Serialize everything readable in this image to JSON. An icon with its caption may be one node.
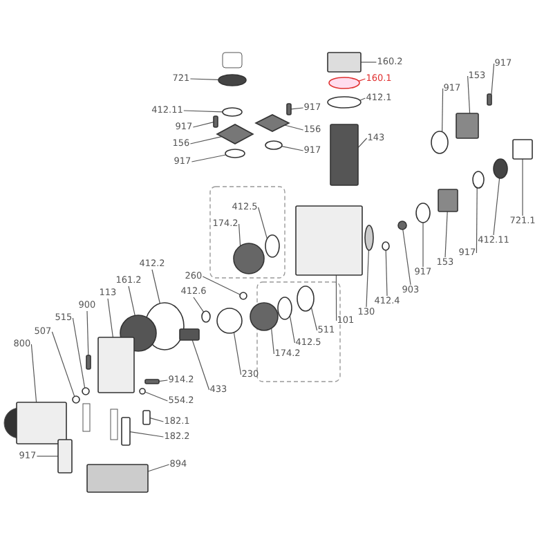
{
  "diagram": {
    "nodes": [
      {
        "text": [
          "721"
        ]
      },
      {
        "text": [
          "412.11"
        ]
      },
      {
        "text": [
          "917"
        ]
      },
      {
        "text": [
          "156"
        ]
      },
      {
        "text": [
          "917"
        ]
      },
      {
        "text": [
          "917"
        ]
      },
      {
        "text": [
          "156"
        ]
      },
      {
        "text": [
          "917"
        ]
      },
      {
        "text": [
          "160.2"
        ]
      },
      {
        "text": [
          "160.1"
        ]
      },
      {
        "text": [
          "412.1"
        ]
      },
      {
        "text": [
          "143"
        ]
      },
      {
        "text": [
          "917"
        ]
      },
      {
        "text": [
          "153"
        ]
      },
      {
        "text": [
          "917"
        ]
      },
      {
        "text": [
          "721.1"
        ]
      },
      {
        "text": [
          "412.11"
        ]
      },
      {
        "text": [
          "917"
        ]
      },
      {
        "text": [
          "153"
        ]
      },
      {
        "text": [
          "917"
        ]
      },
      {
        "text": [
          "903"
        ]
      },
      {
        "text": [
          "412.4"
        ]
      },
      {
        "text": [
          "130"
        ]
      },
      {
        "text": [
          "101"
        ]
      },
      {
        "text": [
          "412.5"
        ]
      },
      {
        "text": [
          "174.2"
        ]
      },
      {
        "text": [
          "412.2"
        ]
      },
      {
        "text": [
          "161.2"
        ]
      },
      {
        "text": [
          "113"
        ]
      },
      {
        "text": [
          "260"
        ]
      },
      {
        "text": [
          "900"
        ]
      },
      {
        "text": [
          "412.6"
        ]
      },
      {
        "text": [
          "515"
        ]
      },
      {
        "text": [
          "507"
        ]
      },
      {
        "text": [
          "800"
        ]
      },
      {
        "text": [
          "511"
        ]
      },
      {
        "text": [
          "412.5"
        ]
      },
      {
        "text": [
          "174.2"
        ]
      },
      {
        "text": [
          "230"
        ]
      },
      {
        "text": [
          "433"
        ]
      },
      {
        "text": [
          "914.2"
        ]
      },
      {
        "text": [
          "554.2"
        ]
      },
      {
        "text": [
          "182.1"
        ]
      },
      {
        "text": [
          "182.2"
        ]
      },
      {
        "text": [
          "917"
        ]
      },
      {
        "text": [
          "894"
        ]
      },
      {
        "text": [],
        "shape": "circle"
      },
      {
        "text": [],
        "shape": "circle"
      },
      {
        "text": [],
        "shape": "box"
      },
      {
        "text": [],
        "shape": "diamond"
      },
      {
        "text": [],
        "shape": "circle"
      },
      {
        "text": [],
        "shape": "box"
      },
      {
        "text": [],
        "shape": "diamond"
      },
      {
        "text": [],
        "shape": "circle"
      },
      {
        "text": [],
        "shape": "box"
      },
      {
        "text": [],
        "shape": "circle"
      },
      {
        "text": [],
        "shape": "circle"
      },
      {
        "text": [],
        "shape": "box"
      },
      {
        "text": [],
        "shape": "circle"
      },
      {
        "text": [],
        "shape": "box"
      },
      {
        "text": [],
        "shape": "box"
      },
      {
        "text": [],
        "shape": "box"
      },
      {
        "text": [],
        "shape": "circle"
      },
      {
        "text": [],
        "shape": "circle"
      },
      {
        "text": [],
        "shape": "box"
      },
      {
        "text": [],
        "shape": "circle"
      },
      {
        "text": [],
        "shape": "circle"
      },
      {
        "text": [],
        "shape": "circle"
      },
      {
        "text": [],
        "shape": "circle"
      },
      {
        "text": [],
        "shape": "box"
      },
      {
        "text": [],
        "shape": "circle"
      },
      {
        "text": [],
        "shape": "circle"
      },
      {
        "text": [],
        "shape": "circle"
      },
      {
        "text": [],
        "shape": "circle"
      },
      {
        "text": [],
        "shape": "box"
      },
      {
        "text": [],
        "shape": "circle"
      },
      {
        "text": [],
        "shape": "box"
      },
      {
        "text": [],
        "shape": "circle"
      },
      {
        "text": [],
        "shape": "circle"
      },
      {
        "text": [],
        "shape": "circle"
      },
      {
        "text": [],
        "shape": "box"
      },
      {
        "text": [],
        "shape": "circle"
      },
      {
        "text": [],
        "shape": "circle"
      },
      {
        "text": [],
        "shape": "circle"
      },
      {
        "text": [],
        "shape": "circle"
      },
      {
        "text": [],
        "shape": "box"
      },
      {
        "text": [],
        "shape": "box"
      },
      {
        "text": [],
        "shape": "circle"
      },
      {
        "text": [],
        "shape": "box"
      },
      {
        "text": [],
        "shape": "box"
      },
      {
        "text": [],
        "shape": "box"
      },
      {
        "text": [],
        "shape": "box"
      }
    ],
    "edges": [
      {
        "from": 0,
        "to": 46,
        "arrow": "none"
      },
      {
        "from": 1,
        "to": 47,
        "arrow": "none"
      },
      {
        "from": 2,
        "to": 48,
        "arrow": "none"
      },
      {
        "from": 3,
        "to": 49,
        "arrow": "none"
      },
      {
        "from": 4,
        "to": 50,
        "arrow": "none"
      },
      {
        "from": 5,
        "to": 51,
        "arrow": "none"
      },
      {
        "from": 6,
        "to": 52,
        "arrow": "none"
      },
      {
        "from": 7,
        "to": 53,
        "arrow": "none"
      },
      {
        "from": 8,
        "to": 54,
        "arrow": "none"
      },
      {
        "from": 9,
        "to": 55,
        "arrow": "none",
        "color": "#e03030"
      },
      {
        "from": 10,
        "to": 56,
        "arrow": "none"
      },
      {
        "from": 11,
        "to": 57,
        "arrow": "none"
      },
      {
        "from": 12,
        "to": 58,
        "arrow": "none"
      },
      {
        "from": 13,
        "to": 59,
        "arrow": "none"
      },
      {
        "from": 14,
        "to": 60,
        "arrow": "none"
      },
      {
        "from": 15,
        "to": 61,
        "arrow": "none"
      },
      {
        "from": 16,
        "to": 62,
        "arrow": "none"
      },
      {
        "from": 17,
        "to": 63,
        "arrow": "none"
      },
      {
        "from": 18,
        "to": 64,
        "arrow": "none"
      },
      {
        "from": 19,
        "to": 65,
        "arrow": "none"
      },
      {
        "from": 20,
        "to": 66,
        "arrow": "none"
      },
      {
        "from": 21,
        "to": 67,
        "arrow": "none"
      },
      {
        "from": 22,
        "to": 68,
        "arrow": "none"
      },
      {
        "from": 23,
        "to": 69,
        "arrow": "none"
      },
      {
        "from": 24,
        "to": 70,
        "arrow": "none"
      },
      {
        "from": 25,
        "to": 71,
        "arrow": "none"
      },
      {
        "from": 26,
        "to": 72,
        "arrow": "none"
      },
      {
        "from": 27,
        "to": 73,
        "arrow": "none"
      },
      {
        "from": 28,
        "to": 74,
        "arrow": "none"
      },
      {
        "from": 29,
        "to": 75,
        "arrow": "none"
      },
      {
        "from": 30,
        "to": 76,
        "arrow": "none"
      },
      {
        "from": 31,
        "to": 77,
        "arrow": "none"
      },
      {
        "from": 32,
        "to": 78,
        "arrow": "none"
      },
      {
        "from": 33,
        "to": 79,
        "arrow": "none"
      },
      {
        "from": 34,
        "to": 80,
        "arrow": "none"
      },
      {
        "from": 35,
        "to": 81,
        "arrow": "none"
      },
      {
        "from": 36,
        "to": 82,
        "arrow": "none"
      },
      {
        "from": 37,
        "to": 83,
        "arrow": "none"
      },
      {
        "from": 38,
        "to": 84,
        "arrow": "none"
      },
      {
        "from": 39,
        "to": 85,
        "arrow": "none"
      },
      {
        "from": 40,
        "to": 86,
        "arrow": "none"
      },
      {
        "from": 41,
        "to": 87,
        "arrow": "none"
      },
      {
        "from": 42,
        "to": 88,
        "arrow": "none"
      },
      {
        "from": 43,
        "to": 89,
        "arrow": "none"
      },
      {
        "from": 44,
        "to": 90,
        "arrow": "none"
      },
      {
        "from": 45,
        "to": 91,
        "arrow": "none"
      }
    ]
  }
}
